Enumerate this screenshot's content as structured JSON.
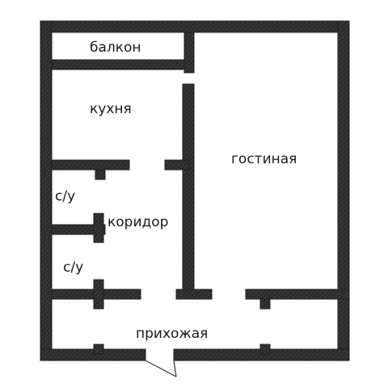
{
  "rooms": {
    "balcony": "балкон",
    "kitchen": "кухня",
    "living_room": "гостиная",
    "bathroom_1": "с/у",
    "corridor": "коридор",
    "bathroom_2": "с/у",
    "hallway": "прихожая"
  },
  "colors": {
    "wall": "#2b2b2b",
    "hatch": "#4a4a4a",
    "background": "#ffffff"
  }
}
